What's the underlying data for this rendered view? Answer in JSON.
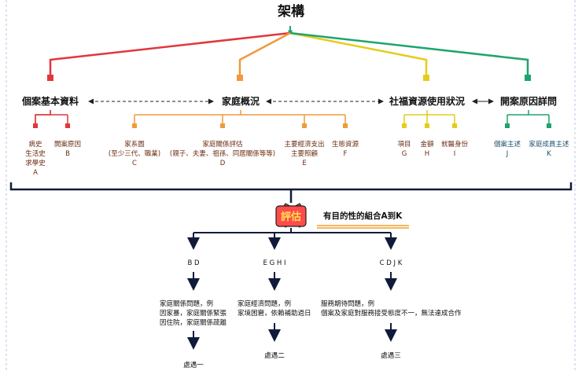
{
  "title": "架構",
  "colors": {
    "red": "#e2373a",
    "orange": "#ef9a3c",
    "yellow": "#e6cc1a",
    "green": "#1ea46e",
    "text_dark": "#111111",
    "text_brown": "#6b2b10",
    "navy": "#101a3a",
    "badge_fill": "#ff4b4b",
    "badge_text": "#ffe14d",
    "underline": "#f0a028"
  },
  "sections": [
    {
      "label": "個案基本資料",
      "items": [
        {
          "lines": [
            "病史",
            "生活史",
            "求學史"
          ],
          "letter": "A"
        },
        {
          "lines": [
            "開案原因"
          ],
          "letter": "B"
        }
      ]
    },
    {
      "label": "家庭概況",
      "items": [
        {
          "lines": [
            "家系圖",
            "(至少三代、職業)"
          ],
          "letter": "C"
        },
        {
          "lines": [
            "家庭關係評估",
            "(親子、夫妻、祖孫、同居關係等等)"
          ],
          "letter": "D"
        },
        {
          "lines": [
            "主要經濟支出",
            "主要照顧"
          ],
          "letter": "E"
        },
        {
          "lines": [
            "生態資源"
          ],
          "letter": "F"
        }
      ]
    },
    {
      "label": "社福資源使用狀況",
      "items": [
        {
          "lines": [
            "項目"
          ],
          "letter": "G"
        },
        {
          "lines": [
            "金額"
          ],
          "letter": "H"
        },
        {
          "lines": [
            "就醫身份"
          ],
          "letter": "I"
        }
      ]
    },
    {
      "label": "開案原因詳問",
      "items": [
        {
          "lines": [
            "個案主述"
          ],
          "letter": "J"
        },
        {
          "lines": [
            "家庭成員主述"
          ],
          "letter": "K"
        }
      ]
    }
  ],
  "assessment": {
    "badge": "評估",
    "caption": "有目的性的組合A到K"
  },
  "outcomes": [
    {
      "combo": "B D",
      "lines": [
        "家庭關係問題，例",
        "因家暴，家庭關係緊張",
        "因住院，家庭關係疏離"
      ],
      "result": "處遇一"
    },
    {
      "combo": "E G H I",
      "lines": [
        "家庭經濟問題，例",
        "家境困窘，依賴補助過日"
      ],
      "result": "處遇二"
    },
    {
      "combo": "C D J K",
      "lines": [
        "服務期待問題，例",
        "個案及家庭對服務接受態度不一，無法達成合作"
      ],
      "result": "處遇三"
    }
  ]
}
